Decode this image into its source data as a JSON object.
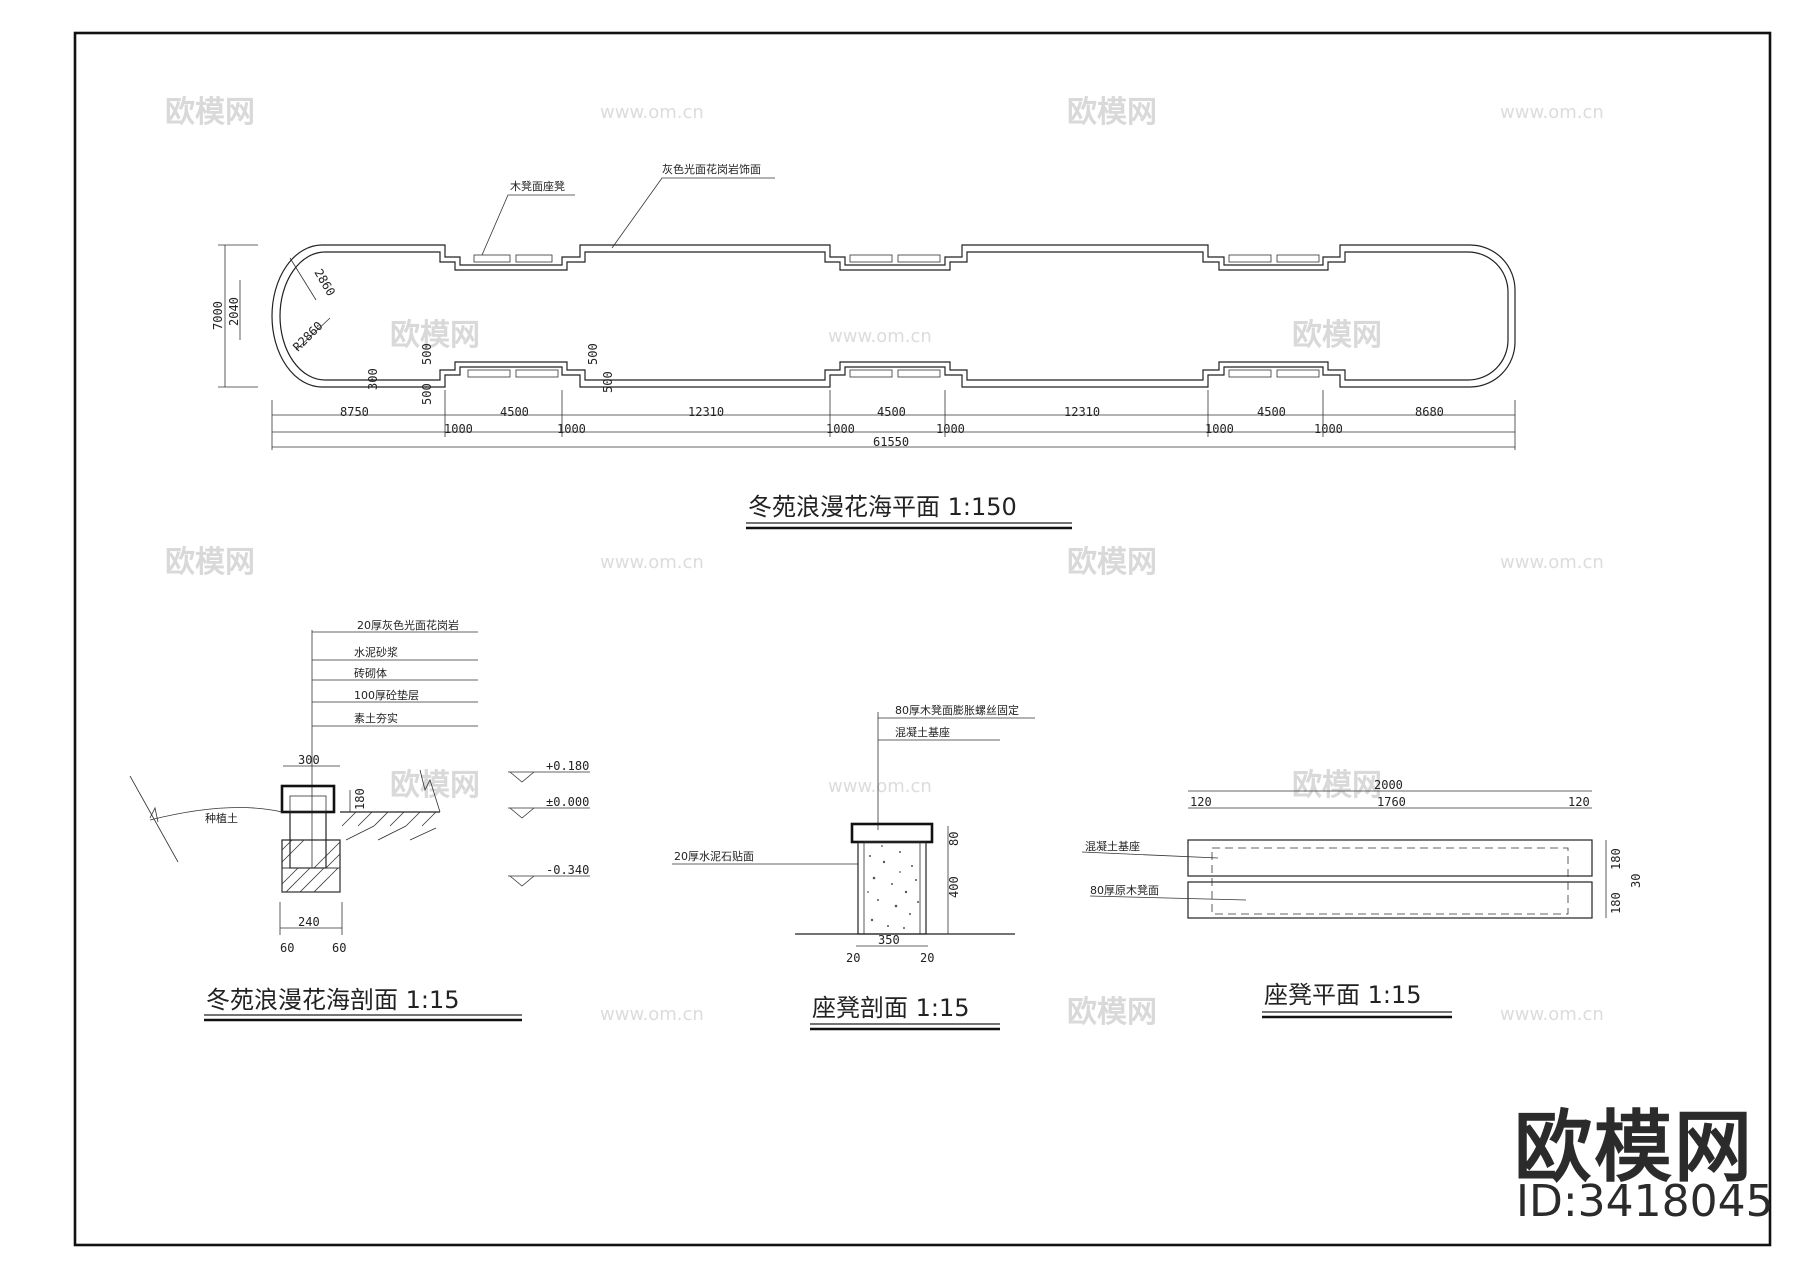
{
  "plan": {
    "title": "冬苑浪漫花海平面 1:150",
    "callout_wood": "木凳面座凳",
    "callout_granite": "灰色光面花岗岩饰面",
    "dim_7000": "7000",
    "dim_2040": "2040",
    "dim_2860": "2860",
    "dim_r2860": "R2860",
    "dim_500a": "500",
    "dim_500b": "500",
    "dim_500c": "500",
    "dim_500d": "500",
    "dim_300": "300",
    "bottom_dims": [
      "8750",
      "4500",
      "12310",
      "4500",
      "12310",
      "4500",
      "8680"
    ],
    "sub_dims": [
      "1000",
      "1000",
      "1000",
      "1000",
      "1000",
      "1000"
    ],
    "total": "61550"
  },
  "section1": {
    "title": "冬苑浪漫花海剖面 1:15",
    "layers": [
      "20厚灰色光面花岗岩",
      "水泥砂浆",
      "砖砌体",
      "100厚砼垫层",
      "素土夯实"
    ],
    "soil": "种植土",
    "dim_300": "300",
    "dim_180": "180",
    "dim_240": "240",
    "dim_60a": "60",
    "dim_60b": "60",
    "elev1": "+0.180",
    "elev2": "±0.000",
    "elev3": "-0.340"
  },
  "section2": {
    "title": "座凳剖面 1:15",
    "note1": "80厚木凳面膨胀螺丝固定",
    "note2": "混凝土基座",
    "note3": "20厚水泥石贴面",
    "dim_80": "80",
    "dim_400": "400",
    "dim_350": "350",
    "dim_20a": "20",
    "dim_20b": "20"
  },
  "bench_plan": {
    "title": "座凳平面 1:15",
    "dim_2000": "2000",
    "dim_120a": "120",
    "dim_1760": "1760",
    "dim_120b": "120",
    "note1": "混凝土基座",
    "note2": "80厚原木凳面",
    "dim_180a": "180",
    "dim_180b": "180",
    "dim_30": "30"
  },
  "watermark": {
    "logo": "欧模网",
    "site": "www.om.cn",
    "id": "ID:3418045"
  }
}
